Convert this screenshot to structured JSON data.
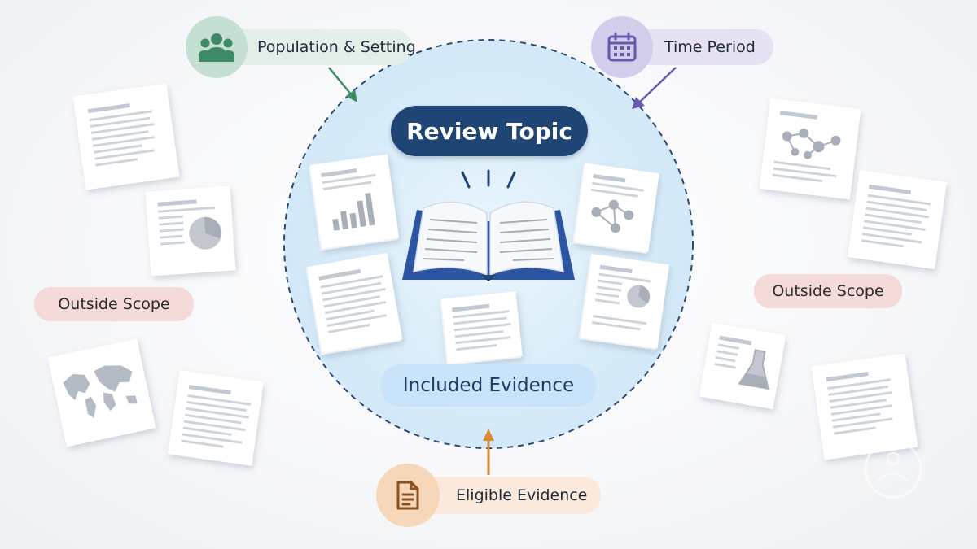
{
  "labels": {
    "population": "Population & Setting",
    "time_period": "Time Period",
    "review_topic": "Review Topic",
    "included_evidence": "Included Evidence",
    "eligible_evidence": "Eligible Evidence",
    "outside_scope_left": "Outside Scope",
    "outside_scope_right": "Outside Scope"
  },
  "icons": {
    "population": "people-icon",
    "time_period": "calendar-icon",
    "eligible": "document-icon",
    "center": "open-book-icon",
    "watermark": "logo-watermark-icon"
  },
  "colors": {
    "navy": "#1f4575",
    "green": "#3e8a67",
    "purple": "#6a58b0",
    "orange": "#d98a35",
    "scope_red": "#f5dada",
    "circle_fill": "#dbeefa",
    "circle_stroke": "#2a4a75"
  }
}
